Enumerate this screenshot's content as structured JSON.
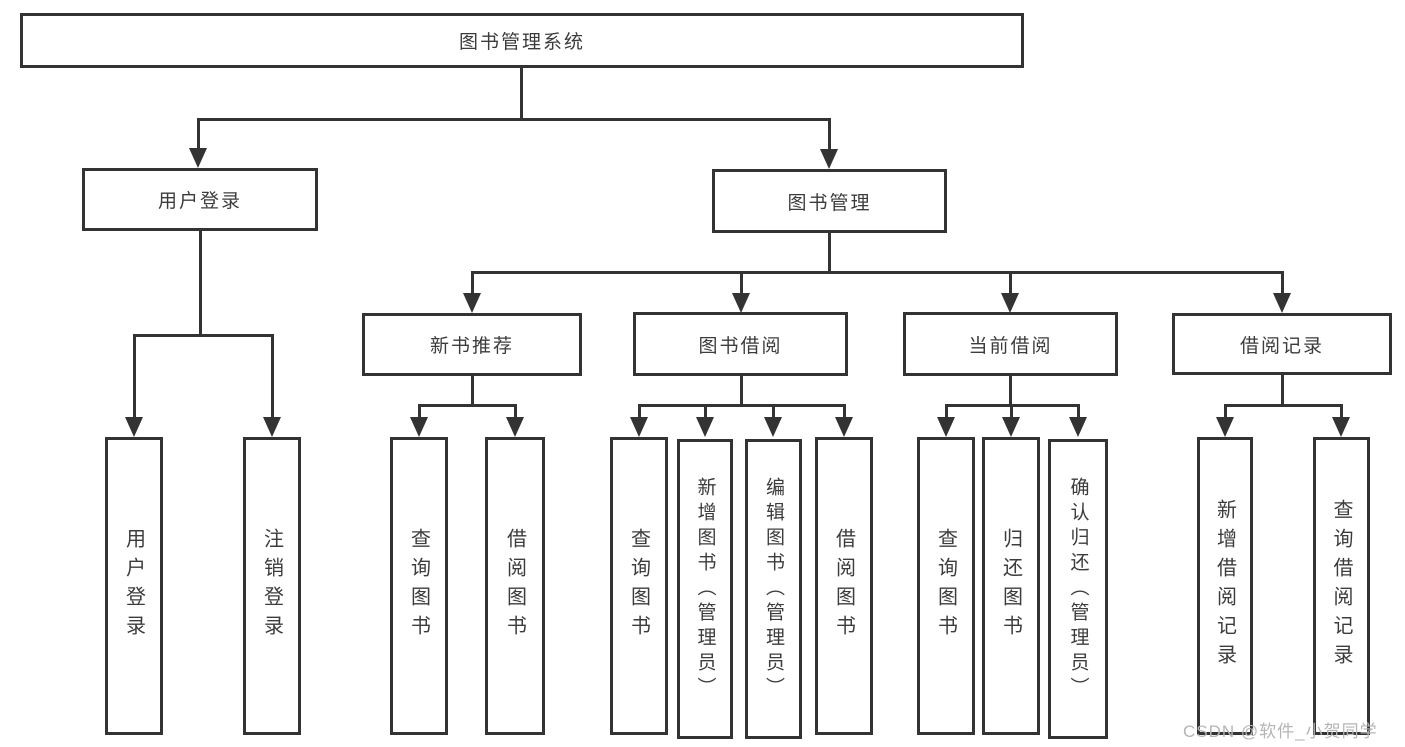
{
  "diagram": {
    "root": {
      "label": "图书管理系统"
    },
    "level2": [
      {
        "label": "用户登录"
      },
      {
        "label": "图书管理"
      }
    ],
    "level3": [
      {
        "label": "新书推荐"
      },
      {
        "label": "图书借阅"
      },
      {
        "label": "当前借阅"
      },
      {
        "label": "借阅记录"
      }
    ],
    "leaves": {
      "user": [
        {
          "label": "用户登录"
        },
        {
          "label": "注销登录"
        }
      ],
      "recommend": [
        {
          "label": "查询图书"
        },
        {
          "label": "借阅图书"
        }
      ],
      "borrow": [
        {
          "label": "查询图书"
        },
        {
          "label": "新增图书（管理员）"
        },
        {
          "label": "编辑图书（管理员）"
        },
        {
          "label": "借阅图书"
        }
      ],
      "current": [
        {
          "label": "查询图书"
        },
        {
          "label": "归还图书"
        },
        {
          "label": "确认归还（管理员）"
        }
      ],
      "records": [
        {
          "label": "新增借阅记录"
        },
        {
          "label": "查询借阅记录"
        }
      ]
    },
    "colors": {
      "line": "#333333",
      "text": "#3c3c3c",
      "background": "#ffffff",
      "watermark_color": "#b5b5b5"
    },
    "watermark": "CSDN @软件_小贺同学"
  }
}
